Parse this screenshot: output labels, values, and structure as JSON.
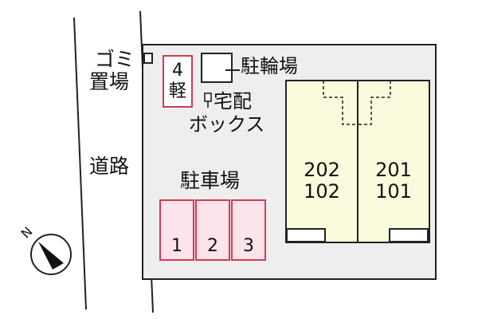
{
  "labels": {
    "garbage_line1": "ゴミ",
    "garbage_line2": "置場",
    "bicycle_parking": "駐輪場",
    "delivery_line1": "宅配",
    "delivery_line2": "ボックス",
    "road": "道路",
    "parking": "駐車場",
    "north": "N"
  },
  "light_car_space": {
    "number": "4",
    "type": "軽"
  },
  "parking_spaces": [
    "1",
    "2",
    "3"
  ],
  "units": {
    "left": {
      "upper": "202",
      "lower": "102"
    },
    "right": {
      "upper": "201",
      "lower": "101"
    }
  },
  "colors": {
    "parking_border": "#d33a55",
    "parking_fill": "#fde4ea",
    "building_fill": "#fafadc",
    "site_fill": "#eeeeee"
  }
}
